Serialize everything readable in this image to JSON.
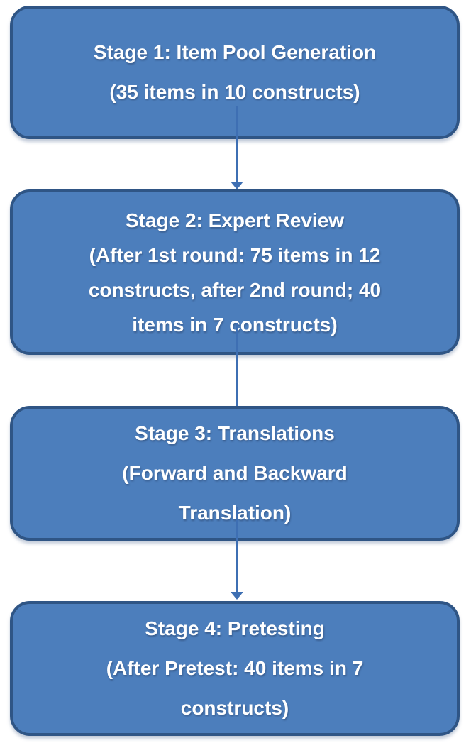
{
  "diagram": {
    "type": "flowchart",
    "direction": "top-down",
    "stages": [
      {
        "id": "stage-1",
        "lines": [
          "Stage 1: Item Pool Generation",
          "(35 items in 10 constructs)"
        ]
      },
      {
        "id": "stage-2",
        "lines": [
          "Stage 2: Expert Review",
          "(After 1st round: 75 items in 12",
          "constructs, after 2nd round; 40",
          "items in 7 constructs)"
        ]
      },
      {
        "id": "stage-3",
        "lines": [
          "Stage 3: Translations",
          "(Forward and Backward",
          "Translation)"
        ]
      },
      {
        "id": "stage-4",
        "lines": [
          "Stage 4: Pretesting",
          "(After Pretest: 40 items in 7",
          "constructs)"
        ]
      }
    ],
    "connectors": [
      {
        "from": "stage-1",
        "to": "stage-2",
        "arrowhead": true
      },
      {
        "from": "stage-2",
        "to": "stage-3",
        "arrowhead": false
      },
      {
        "from": "stage-3",
        "to": "stage-4",
        "arrowhead": true
      }
    ],
    "colors": {
      "box_fill": "#4C7EBC",
      "box_border": "#2F5585",
      "text": "#FFFFFF",
      "connector": "#3E6FB3",
      "background": "#FFFFFF"
    }
  }
}
